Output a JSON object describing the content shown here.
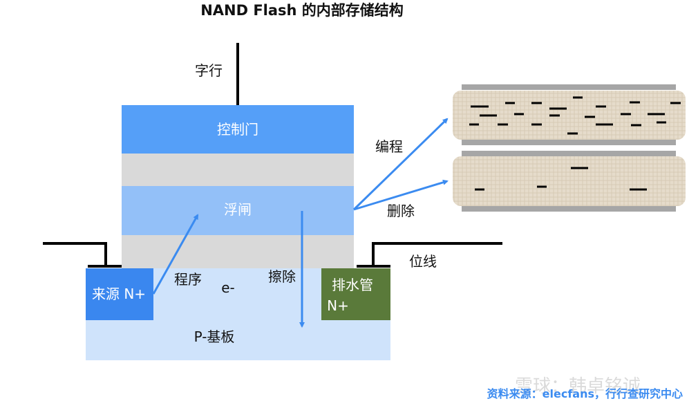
{
  "title": "NAND Flash 的内部存储结构",
  "labels": {
    "word_line": "字行",
    "control_gate": "控制门",
    "floating_gate": "浮闸",
    "program_arrow": "程序",
    "electron": "e-",
    "erase_arrow": "擦除",
    "source": "来源 N+",
    "drain_line1": "排水管",
    "drain_line2": "N+",
    "substrate": "P-基板",
    "programmed": "编程",
    "erased": "删除",
    "bit_line": "位线"
  },
  "source_note": "资料来源：elecfans，行行查研究中心",
  "watermark": "雪球：韩卓铭诚",
  "colors": {
    "control_gate": "#559ff8",
    "floating_gate": "#93c0f8",
    "oxide": "#d9d9d9",
    "substrate": "#cfe3fb",
    "source": "#3a87ef",
    "drain": "#5a7a3a",
    "arrow": "#3b8bf0"
  }
}
